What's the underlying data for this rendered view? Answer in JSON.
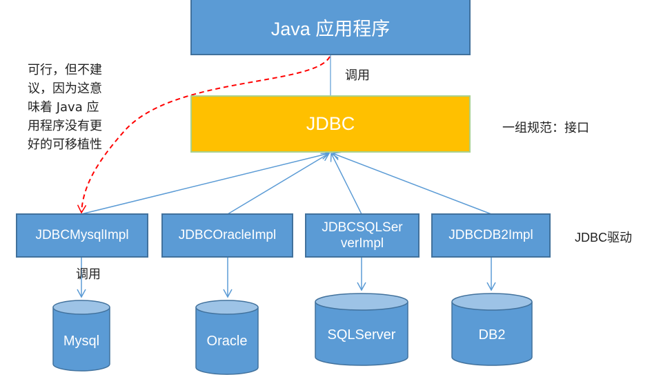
{
  "diagram": {
    "app_box": {
      "label": "Java 应用程序"
    },
    "call_label_top": "调用",
    "jdbc_box": {
      "label": "JDBC"
    },
    "jdbc_note": "一组规范：接口",
    "side_note": [
      "可行，但不建",
      "议，因为这意",
      "味着 Java 应",
      "用程序没有更",
      "好的可移植性"
    ],
    "drivers_label": "JDBC驱动",
    "drivers": [
      {
        "id": "mysql",
        "label_lines": [
          "JDBCMysqlImpl"
        ],
        "database": "Mysql"
      },
      {
        "id": "oracle",
        "label_lines": [
          "JDBCOracleImpl"
        ],
        "database": "Oracle"
      },
      {
        "id": "sqlserver",
        "label_lines": [
          "JDBCSQLSer",
          "verImpl"
        ],
        "database": "SQLServer"
      },
      {
        "id": "db2",
        "label_lines": [
          "JDBCDB2Impl"
        ],
        "database": "DB2"
      }
    ],
    "call_label_bottom": "调用",
    "colors": {
      "box_blue": "#5b9bd5",
      "box_blue_border": "#41719c",
      "jdbc_gold": "#ffc000",
      "jdbc_border": "#a9d18e",
      "db_top": "#9dc3e6",
      "arrow": "#5b9bd5",
      "dashed_arrow": "#ff0000"
    }
  }
}
